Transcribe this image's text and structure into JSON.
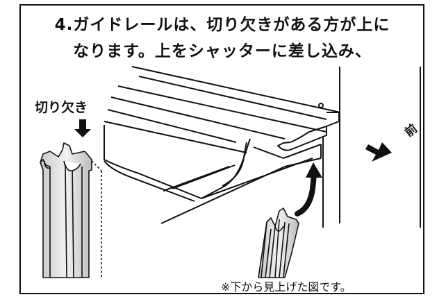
{
  "instruction": {
    "line1": "4.ガイドレールは、切り欠きがある方が上に",
    "line2": "なります。上をシャッターに差し込み、"
  },
  "labels": {
    "notch": "切り欠き",
    "front": "前",
    "view_note": "※下から見上げた図です。"
  },
  "colors": {
    "line": "#111111",
    "rail_fill": "#d9d9d9",
    "background": "#ffffff"
  },
  "icons": [
    "down-arrow-icon",
    "curved-up-arrow-icon",
    "front-arrow-icon"
  ]
}
